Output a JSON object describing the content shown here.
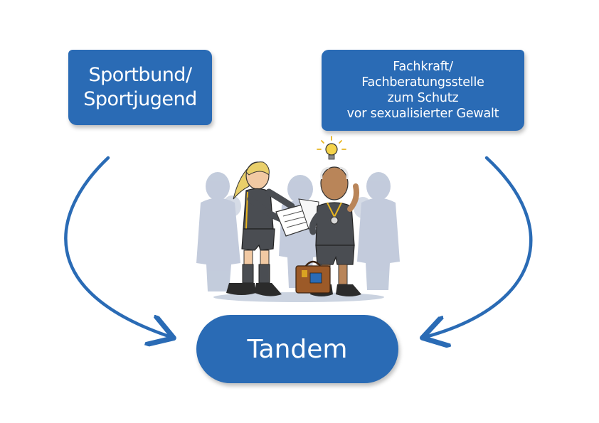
{
  "boxes": {
    "left": {
      "lines": [
        "Sportbund/",
        "Sportjugend"
      ]
    },
    "right": {
      "lines": [
        "Fachkraft/",
        "Fachberatungsstelle",
        "zum Schutz",
        "vor sexualisierter Gewalt"
      ]
    }
  },
  "center": {
    "label": "Tandem"
  },
  "colors": {
    "accent": "#2a6bb5",
    "text_on_accent": "#ffffff",
    "uniform": "#4a4d52",
    "trim": "#e8b520",
    "silhouette": "#b9c3d6",
    "suitcase": "#9c5a28"
  },
  "illustration": {
    "description_icons": [
      "lightbulb-icon",
      "document-icon",
      "suitcase-icon",
      "medal-icon"
    ]
  }
}
